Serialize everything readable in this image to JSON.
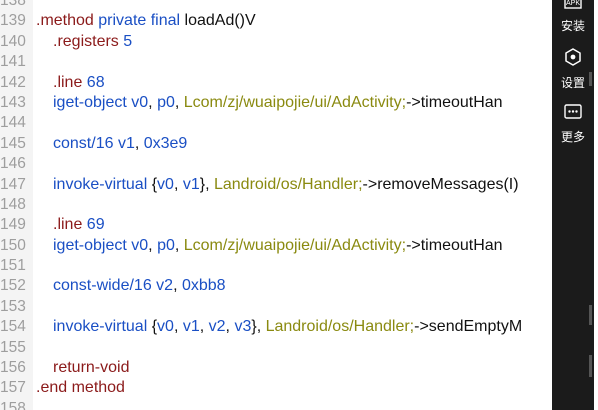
{
  "editor": {
    "lines": [
      {
        "num": "138",
        "indent": 0,
        "tokens": []
      },
      {
        "num": "139",
        "indent": 0,
        "tokens": [
          {
            "t": ".method",
            "c": "t-red"
          },
          {
            "t": " private final ",
            "c": "t-kw"
          },
          {
            "t": "loadAd()V",
            "c": "t-dark"
          }
        ]
      },
      {
        "num": "140",
        "indent": 1,
        "tokens": [
          {
            "t": ".registers",
            "c": "t-red"
          },
          {
            "t": " 5",
            "c": "t-num"
          }
        ]
      },
      {
        "num": "141",
        "indent": 0,
        "tokens": []
      },
      {
        "num": "142",
        "indent": 1,
        "tokens": [
          {
            "t": ".line",
            "c": "t-red"
          },
          {
            "t": " 68",
            "c": "t-num"
          }
        ]
      },
      {
        "num": "143",
        "indent": 1,
        "tokens": [
          {
            "t": "iget-object ",
            "c": "t-blue"
          },
          {
            "t": "v0",
            "c": "t-blue"
          },
          {
            "t": ", ",
            "c": "t-plain"
          },
          {
            "t": "p0",
            "c": "t-blue"
          },
          {
            "t": ", ",
            "c": "t-plain"
          },
          {
            "t": "Lcom/zj/wuaipojie/ui/AdActivity;",
            "c": "t-type"
          },
          {
            "t": "->timeoutHan",
            "c": "t-dark"
          }
        ]
      },
      {
        "num": "144",
        "indent": 0,
        "tokens": []
      },
      {
        "num": "145",
        "indent": 1,
        "tokens": [
          {
            "t": "const/16 ",
            "c": "t-blue"
          },
          {
            "t": "v1",
            "c": "t-blue"
          },
          {
            "t": ", ",
            "c": "t-plain"
          },
          {
            "t": "0x3e9",
            "c": "t-num"
          }
        ]
      },
      {
        "num": "146",
        "indent": 0,
        "tokens": []
      },
      {
        "num": "147",
        "indent": 1,
        "tokens": [
          {
            "t": "invoke-virtual ",
            "c": "t-blue"
          },
          {
            "t": "{",
            "c": "t-plain"
          },
          {
            "t": "v0",
            "c": "t-blue"
          },
          {
            "t": ", ",
            "c": "t-plain"
          },
          {
            "t": "v1",
            "c": "t-blue"
          },
          {
            "t": "}, ",
            "c": "t-plain"
          },
          {
            "t": "Landroid/os/Handler;",
            "c": "t-type"
          },
          {
            "t": "->removeMessages(I)",
            "c": "t-dark"
          }
        ]
      },
      {
        "num": "148",
        "indent": 0,
        "tokens": []
      },
      {
        "num": "149",
        "indent": 1,
        "tokens": [
          {
            "t": ".line",
            "c": "t-red"
          },
          {
            "t": " 69",
            "c": "t-num"
          }
        ]
      },
      {
        "num": "150",
        "indent": 1,
        "tokens": [
          {
            "t": "iget-object ",
            "c": "t-blue"
          },
          {
            "t": "v0",
            "c": "t-blue"
          },
          {
            "t": ", ",
            "c": "t-plain"
          },
          {
            "t": "p0",
            "c": "t-blue"
          },
          {
            "t": ", ",
            "c": "t-plain"
          },
          {
            "t": "Lcom/zj/wuaipojie/ui/AdActivity;",
            "c": "t-type"
          },
          {
            "t": "->timeoutHan",
            "c": "t-dark"
          }
        ]
      },
      {
        "num": "151",
        "indent": 0,
        "tokens": []
      },
      {
        "num": "152",
        "indent": 1,
        "tokens": [
          {
            "t": "const-wide/16 ",
            "c": "t-blue"
          },
          {
            "t": "v2",
            "c": "t-blue"
          },
          {
            "t": ", ",
            "c": "t-plain"
          },
          {
            "t": "0xbb8",
            "c": "t-num"
          }
        ]
      },
      {
        "num": "153",
        "indent": 0,
        "tokens": []
      },
      {
        "num": "154",
        "indent": 1,
        "tokens": [
          {
            "t": "invoke-virtual ",
            "c": "t-blue"
          },
          {
            "t": "{",
            "c": "t-plain"
          },
          {
            "t": "v0",
            "c": "t-blue"
          },
          {
            "t": ", ",
            "c": "t-plain"
          },
          {
            "t": "v1",
            "c": "t-blue"
          },
          {
            "t": ", ",
            "c": "t-plain"
          },
          {
            "t": "v2",
            "c": "t-blue"
          },
          {
            "t": ", ",
            "c": "t-plain"
          },
          {
            "t": "v3",
            "c": "t-blue"
          },
          {
            "t": "}, ",
            "c": "t-plain"
          },
          {
            "t": "Landroid/os/Handler;",
            "c": "t-type"
          },
          {
            "t": "->sendEmptyM",
            "c": "t-dark"
          }
        ]
      },
      {
        "num": "155",
        "indent": 0,
        "tokens": []
      },
      {
        "num": "156",
        "indent": 1,
        "tokens": [
          {
            "t": "return-void",
            "c": "t-red"
          }
        ]
      },
      {
        "num": "157",
        "indent": 0,
        "tokens": [
          {
            "t": ".end method",
            "c": "t-red"
          }
        ]
      },
      {
        "num": "158",
        "indent": 0,
        "tokens": []
      }
    ]
  },
  "sidebar": {
    "install_label": "安装",
    "settings_label": "设置",
    "more_label": "更多",
    "apk_badge": "APK",
    "icons": [
      "apk-file-icon",
      "hexagon-settings-icon",
      "more-dots-icon"
    ]
  },
  "colors": {
    "directive": "#8b1a1a",
    "keyword": "#1a4fc4",
    "type": "#8a8a10",
    "sidebar_bg": "#1b1b1b"
  }
}
